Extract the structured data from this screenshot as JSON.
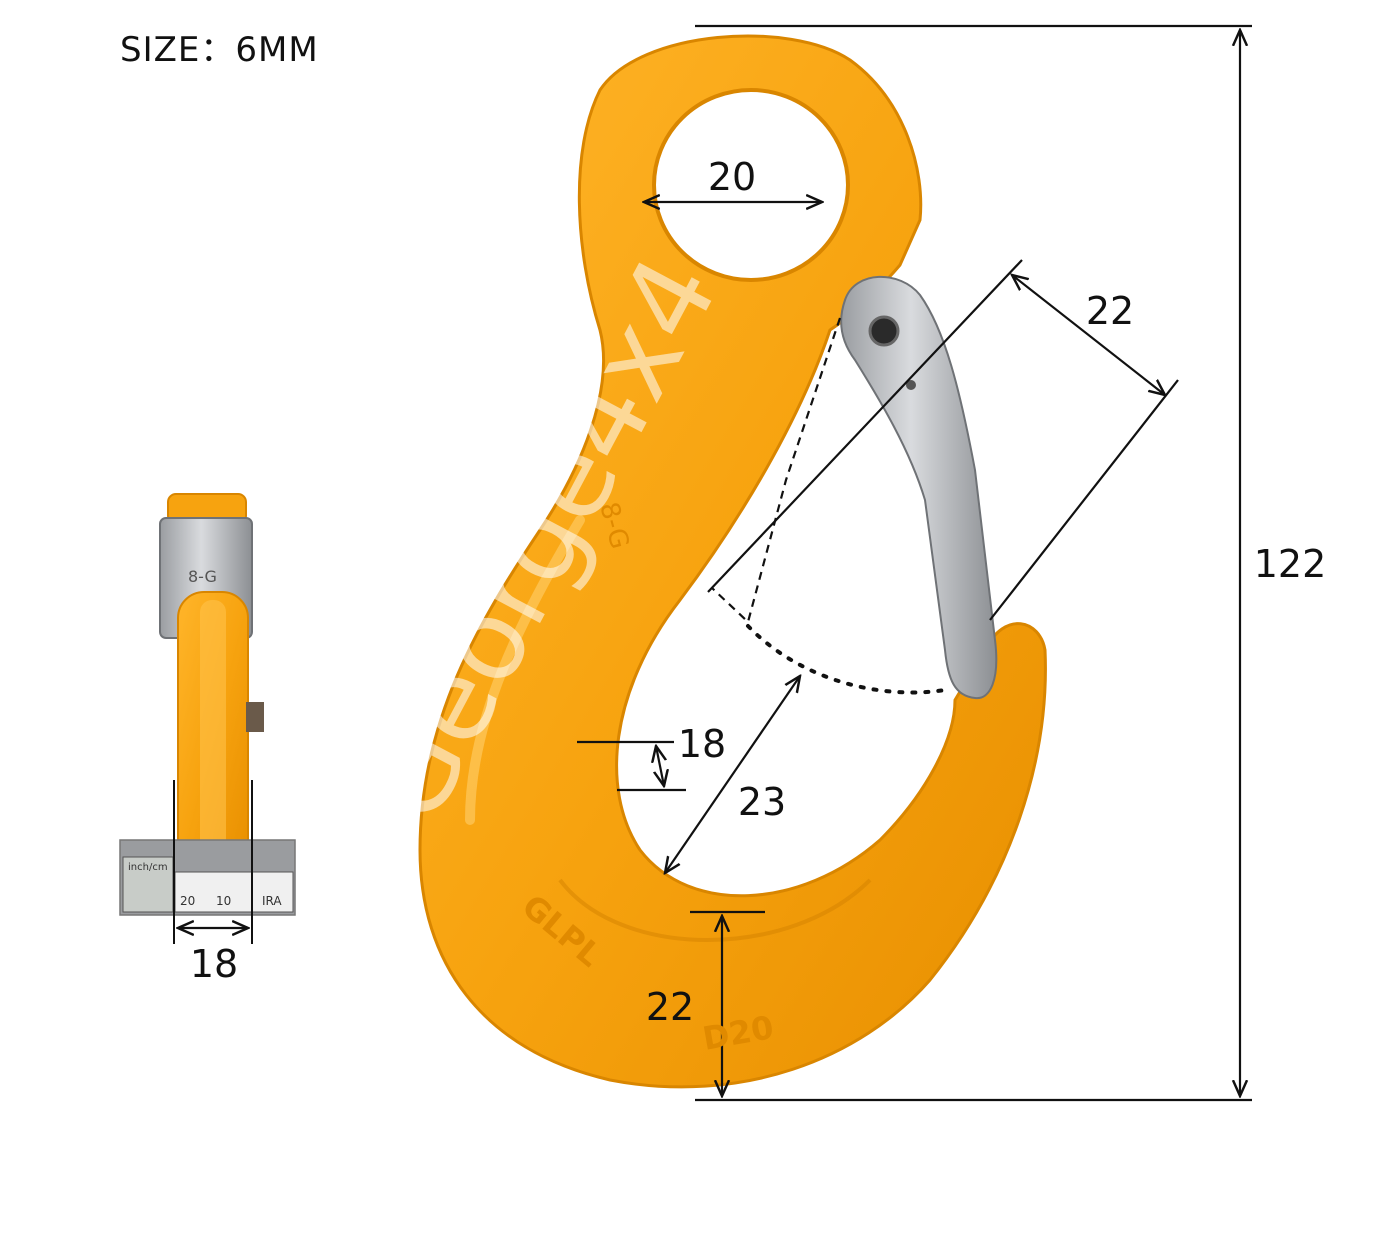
{
  "size_label": "SIZE：6MM",
  "watermark": "George4x4",
  "dimensions": {
    "eye_inner": "20",
    "latch_opening": "22",
    "overall_length": "122",
    "throat_width": "18",
    "throat_diag": "23",
    "bottom_thickness": "22",
    "side_width": "18"
  },
  "hook_markings": {
    "grade": "8-G",
    "brand": "GLPL",
    "code": "D20",
    "side_grade": "8-G"
  },
  "ruler_labels": [
    "10",
    "20",
    "inch/cm",
    "IRA"
  ],
  "colors": {
    "hook": "#f7a30f",
    "hook_shadow": "#e08a00",
    "hook_highlight": "#ffc24a",
    "latch": "#b9bcc0",
    "dimension_line": "#111111"
  }
}
